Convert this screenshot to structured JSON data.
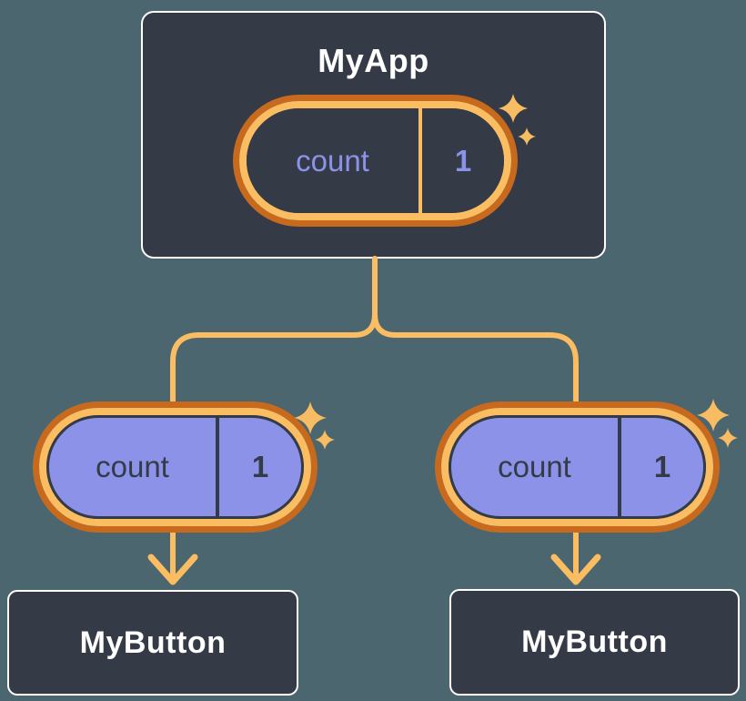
{
  "diagram": {
    "root": {
      "title": "MyApp",
      "state": {
        "label": "count",
        "value": "1"
      }
    },
    "children": [
      {
        "title": "MyButton",
        "prop": {
          "label": "count",
          "value": "1"
        }
      },
      {
        "title": "MyButton",
        "prop": {
          "label": "count",
          "value": "1"
        }
      }
    ]
  },
  "colors": {
    "background": "#4C6670",
    "node_fill": "#343B47",
    "node_border": "#FFFFFF",
    "node_text": "#FFFFFF",
    "ring_outer": "#C76A1E",
    "ring_inner": "#FABD62",
    "wire": "#FABD62",
    "sparkle": "#F8BC62",
    "state_fill": "#8B92E8",
    "state_text_dark": "#343B47",
    "state_text_light": "#8B92E8"
  },
  "icons": {
    "sparkle": "sparkle-icon",
    "arrow": "arrow-down-icon"
  }
}
